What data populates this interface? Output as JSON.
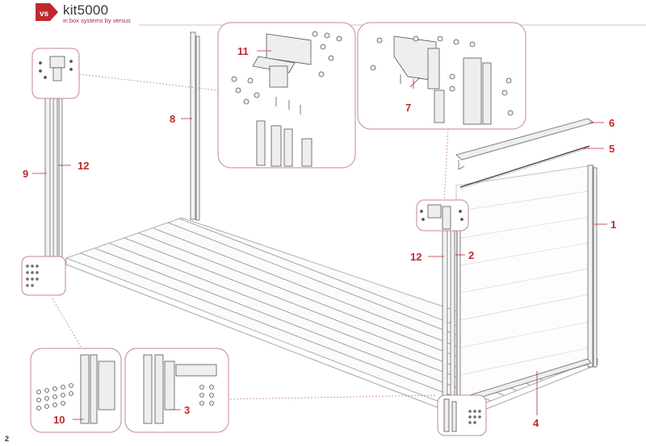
{
  "brand": {
    "name": "kit5000",
    "tagline": "in box systems by versus",
    "logo_text": "vs",
    "accent": "#c0282e"
  },
  "page_number": "2",
  "callouts": [
    "1",
    "2",
    "3",
    "4",
    "5",
    "6",
    "7",
    "8",
    "9",
    "10",
    "11",
    "12",
    "12"
  ],
  "colors": {
    "line": "#9a9a9a",
    "part": "#666666",
    "callout": "#c0282e",
    "frame": "#c9868a"
  }
}
